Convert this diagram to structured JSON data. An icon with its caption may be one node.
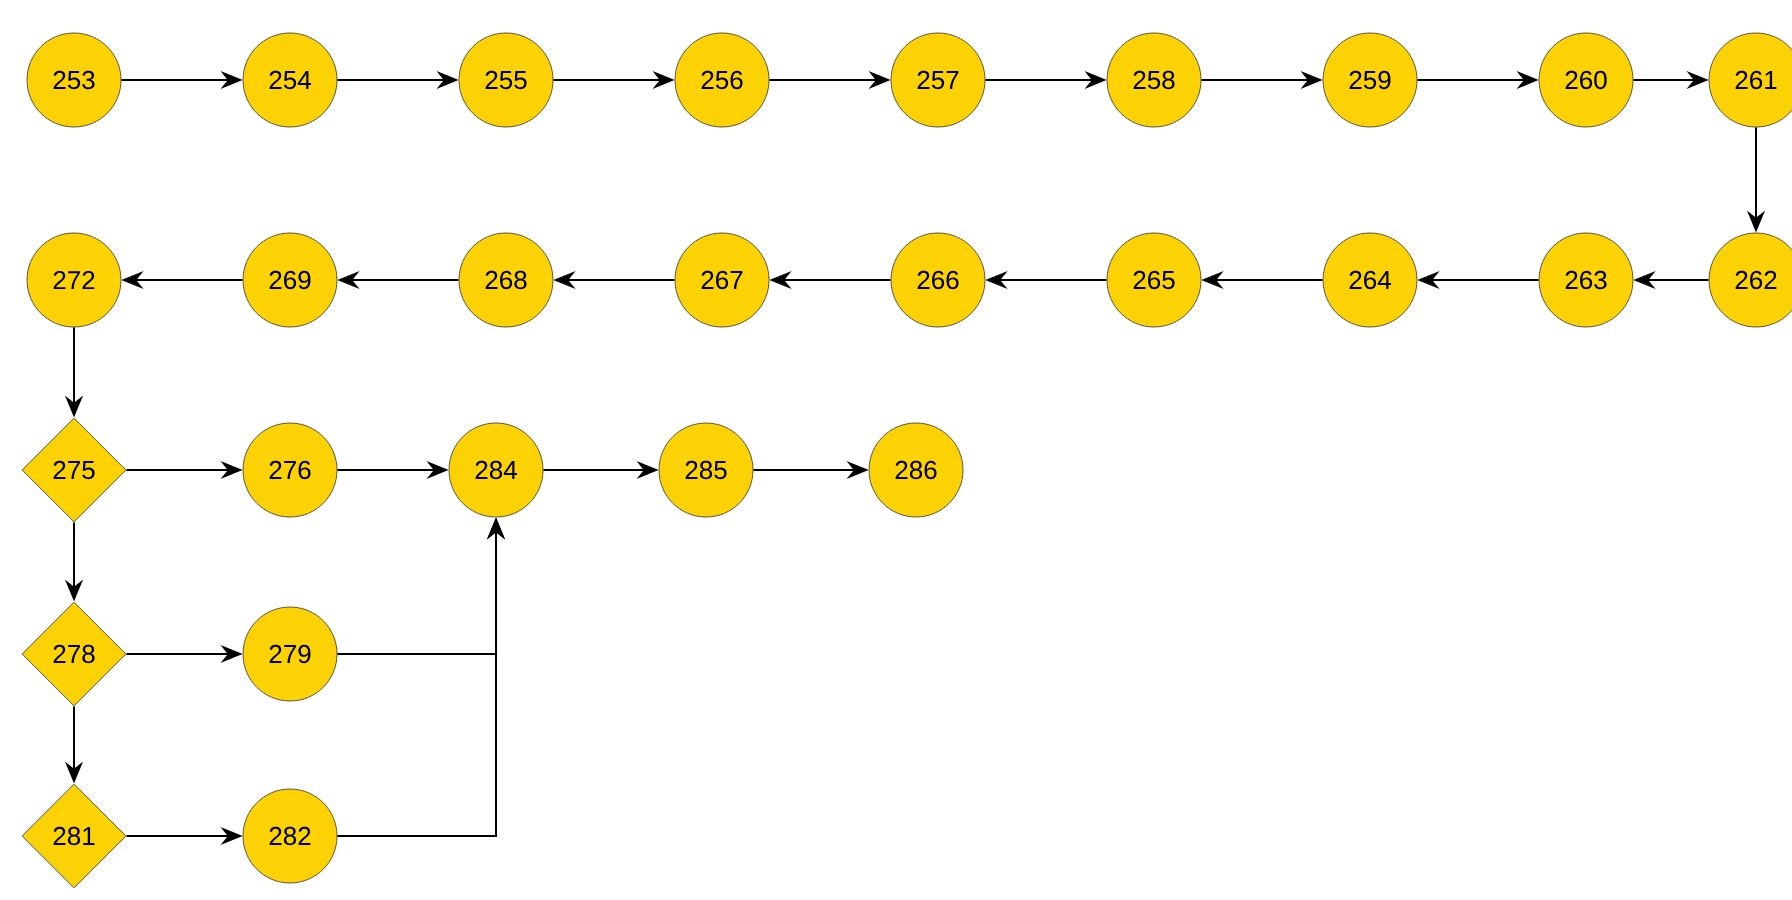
{
  "diagram": {
    "nodes": [
      {
        "text": [
          "253"
        ]
      },
      {
        "text": [
          "254"
        ]
      },
      {
        "text": [
          "255"
        ]
      },
      {
        "text": [
          "256"
        ]
      },
      {
        "text": [
          "257"
        ]
      },
      {
        "text": [
          "258"
        ]
      },
      {
        "text": [
          "259"
        ]
      },
      {
        "text": [
          "260"
        ]
      },
      {
        "text": [
          "261"
        ]
      },
      {
        "text": [
          "272"
        ]
      },
      {
        "text": [
          "269"
        ]
      },
      {
        "text": [
          "268"
        ]
      },
      {
        "text": [
          "267"
        ]
      },
      {
        "text": [
          "266"
        ]
      },
      {
        "text": [
          "265"
        ]
      },
      {
        "text": [
          "264"
        ]
      },
      {
        "text": [
          "263"
        ]
      },
      {
        "text": [
          "262"
        ]
      },
      {
        "text": [
          "275"
        ]
      },
      {
        "text": [
          "276"
        ]
      },
      {
        "text": [
          "284"
        ]
      },
      {
        "text": [
          "285"
        ]
      },
      {
        "text": [
          "286"
        ]
      },
      {
        "text": [
          "278"
        ]
      },
      {
        "text": [
          "279"
        ]
      },
      {
        "text": [
          "281"
        ]
      },
      {
        "text": [
          "282"
        ]
      }
    ],
    "edges": [
      {
        "from": 0,
        "to": 1,
        "arrow": "to"
      },
      {
        "from": 1,
        "to": 2,
        "arrow": "to"
      },
      {
        "from": 2,
        "to": 3,
        "arrow": "to"
      },
      {
        "from": 3,
        "to": 4,
        "arrow": "to"
      },
      {
        "from": 4,
        "to": 5,
        "arrow": "to"
      },
      {
        "from": 5,
        "to": 6,
        "arrow": "to"
      },
      {
        "from": 6,
        "to": 7,
        "arrow": "to"
      },
      {
        "from": 7,
        "to": 8,
        "arrow": "to"
      },
      {
        "from": 8,
        "to": 17,
        "arrow": "to"
      },
      {
        "from": 17,
        "to": 16,
        "arrow": "to"
      },
      {
        "from": 16,
        "to": 15,
        "arrow": "to"
      },
      {
        "from": 15,
        "to": 14,
        "arrow": "to"
      },
      {
        "from": 14,
        "to": 13,
        "arrow": "to"
      },
      {
        "from": 13,
        "to": 12,
        "arrow": "to"
      },
      {
        "from": 12,
        "to": 11,
        "arrow": "to"
      },
      {
        "from": 11,
        "to": 10,
        "arrow": "to"
      },
      {
        "from": 10,
        "to": 9,
        "arrow": "to"
      },
      {
        "from": 9,
        "to": 18,
        "arrow": "to"
      },
      {
        "from": 18,
        "to": 19,
        "arrow": "to"
      },
      {
        "from": 19,
        "to": 20,
        "arrow": "to"
      },
      {
        "from": 20,
        "to": 21,
        "arrow": "to"
      },
      {
        "from": 21,
        "to": 22,
        "arrow": "to"
      },
      {
        "from": 18,
        "to": 23,
        "arrow": "to"
      },
      {
        "from": 23,
        "to": 24,
        "arrow": "to"
      },
      {
        "from": 24,
        "to": 20,
        "arrow": "to"
      },
      {
        "from": 23,
        "to": 25,
        "arrow": "to"
      },
      {
        "from": 25,
        "to": 26,
        "arrow": "to"
      },
      {
        "from": 26,
        "to": 20,
        "arrow": "to"
      }
    ]
  }
}
